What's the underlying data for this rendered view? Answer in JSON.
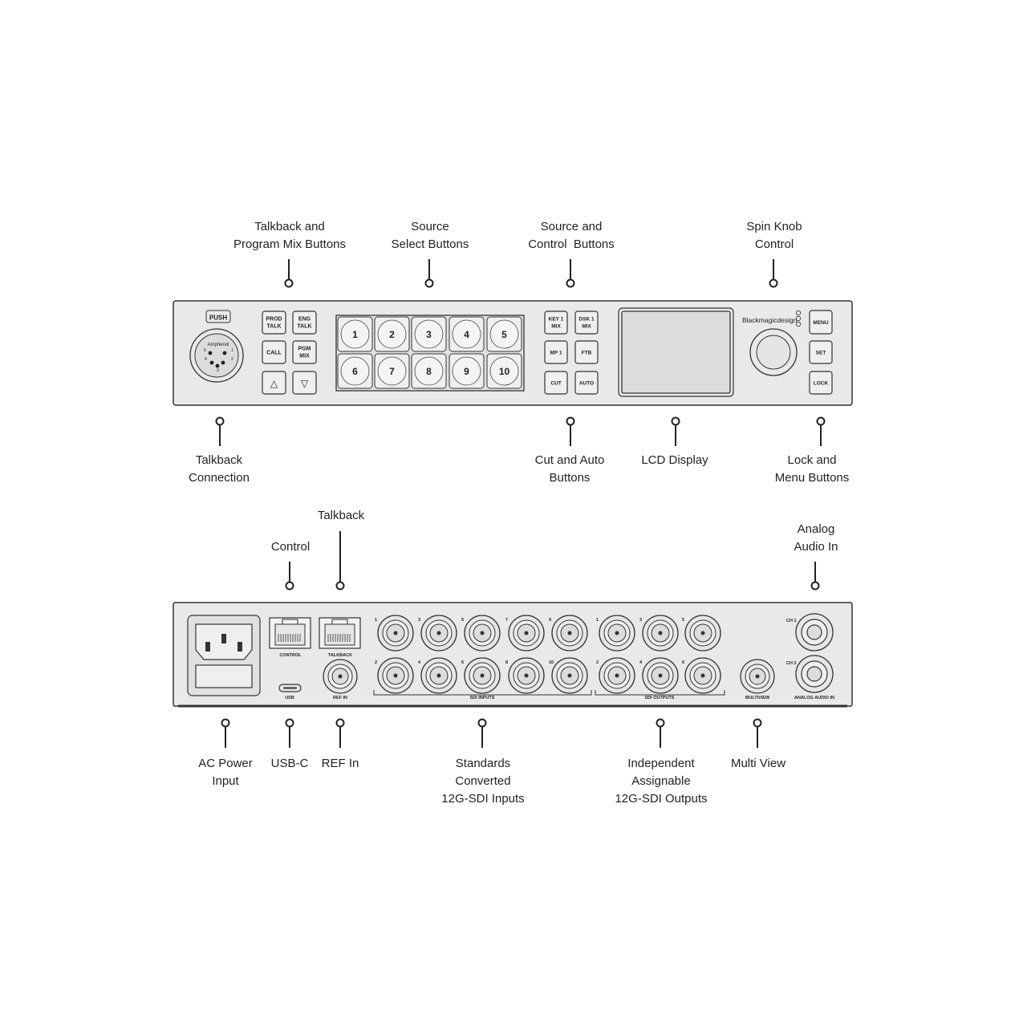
{
  "front_panel": {
    "callouts_top": [
      {
        "text": "Talkback and\nProgram Mix Buttons"
      },
      {
        "text": "Source\nSelect Buttons"
      },
      {
        "text": "Source and\nControl  Buttons"
      },
      {
        "text": "Spin Knob\nControl"
      }
    ],
    "callouts_bottom": [
      {
        "text": "Talkback\nConnection"
      },
      {
        "text": "Cut and Auto\nButtons"
      },
      {
        "text": "LCD Display"
      },
      {
        "text": "Lock and\nMenu Buttons"
      }
    ],
    "xlr": {
      "push_label": "PUSH",
      "brand": "Amphenol",
      "pins": [
        "1",
        "2",
        "3",
        "4",
        "5"
      ]
    },
    "talkback_buttons": [
      {
        "top": "PROD",
        "bottom": "TALK"
      },
      {
        "top": "ENG",
        "bottom": "TALK"
      },
      {
        "top": "CALL",
        "bottom": ""
      },
      {
        "top": "PGM",
        "bottom": "MIX"
      },
      {
        "top": "△",
        "bottom": ""
      },
      {
        "top": "▽",
        "bottom": ""
      }
    ],
    "source_buttons": [
      "1",
      "2",
      "3",
      "4",
      "5",
      "6",
      "7",
      "8",
      "9",
      "10"
    ],
    "control_buttons": [
      {
        "top": "KEY 1",
        "bottom": "MIX"
      },
      {
        "top": "DSK 1",
        "bottom": "MIX"
      },
      {
        "top": "MP 1",
        "bottom": ""
      },
      {
        "top": "FTB",
        "bottom": ""
      },
      {
        "top": "CUT",
        "bottom": ""
      },
      {
        "top": "AUTO",
        "bottom": ""
      }
    ],
    "brand": "Blackmagicdesign",
    "menu_buttons": [
      "MENU",
      "SET",
      "LOCK"
    ]
  },
  "rear_panel": {
    "callouts_top": [
      {
        "text": "Control"
      },
      {
        "text": "Talkback"
      },
      {
        "text": "Analog\nAudio In"
      }
    ],
    "callouts_bottom": [
      {
        "text": "AC Power\nInput"
      },
      {
        "text": "USB-C"
      },
      {
        "text": "REF In"
      },
      {
        "text": "Standards\nConverted\n12G-SDI Inputs"
      },
      {
        "text": "Independent\nAssignable\n12G-SDI Outputs"
      },
      {
        "text": "Multi View"
      }
    ],
    "port_labels": {
      "control": "CONTROL",
      "talkback": "TALKBACK",
      "usb": "USB",
      "ref_in": "REF IN",
      "sdi_inputs": "SDI INPUTS",
      "sdi_outputs": "SDI OUTPUTS",
      "multiview": "MULTIVIEW",
      "analog_audio_in": "ANALOG AUDIO IN",
      "ch1": "CH 1",
      "ch2": "CH 2"
    },
    "sdi_input_numbers": [
      "1",
      "3",
      "5",
      "7",
      "9",
      "2",
      "4",
      "6",
      "8",
      "10"
    ],
    "sdi_output_numbers": [
      "1",
      "3",
      "5",
      "2",
      "4",
      "6"
    ]
  }
}
